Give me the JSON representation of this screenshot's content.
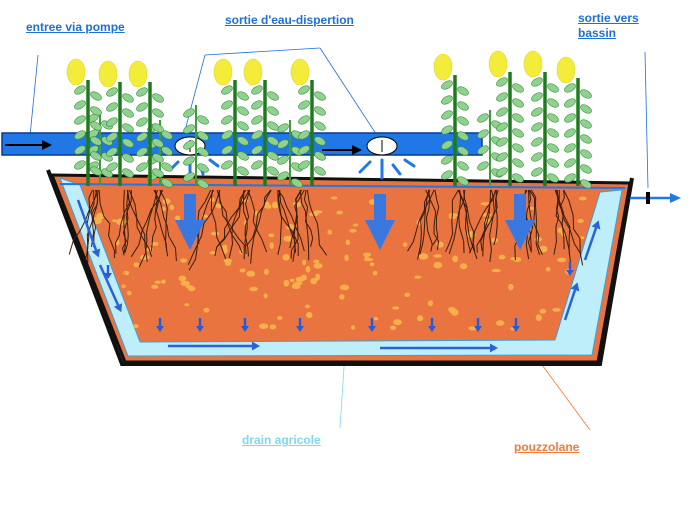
{
  "labels": {
    "entree": "entree via pompe",
    "sortie_eau": "sortie d'eau-dispertion",
    "sortie_bassin_line1": "sortie vers",
    "sortie_bassin_line2": "bassin",
    "drain": "drain agricole",
    "pouzzolane": "pouzzolane"
  },
  "colors": {
    "label_blue": "#1e6fd6",
    "pipe_blue": "#1f78e6",
    "drain_cyan": "#bfeefb",
    "soil_orange": "#e9743f",
    "pouzzolane_label": "#f07a3a",
    "drain_label": "#7fd8ec",
    "stem_green": "#1f7a1f",
    "leaf_green": "#8fd18f",
    "flower_yellow": "#f4ec3a",
    "root_dark": "#3a1d0e",
    "basin_black": "#111111"
  }
}
